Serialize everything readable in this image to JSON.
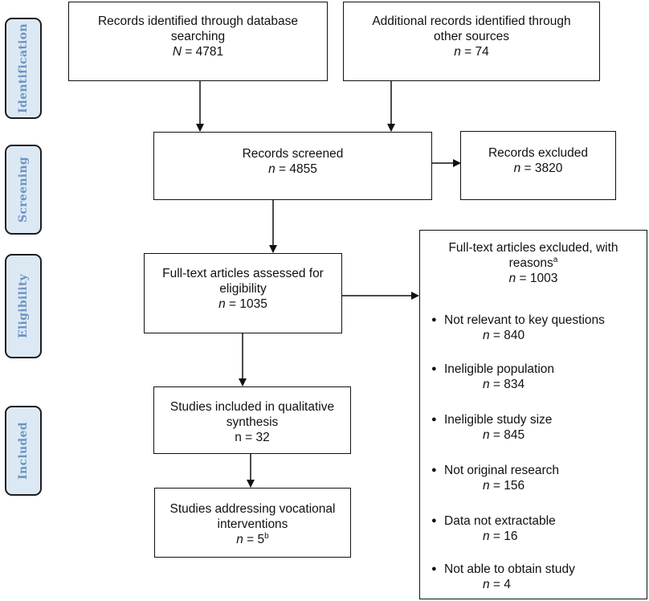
{
  "stages": [
    "Identification",
    "Screening",
    "Eligibility",
    "Included"
  ],
  "boxes": {
    "db": {
      "line1": "Records identified through database",
      "line2": "searching",
      "n_label": "N",
      "n_value": " = 4781"
    },
    "other": {
      "line1": "Additional records identified through",
      "line2": "other sources",
      "n_label": "n",
      "n_value": " = 74"
    },
    "screened": {
      "line1": "Records screened",
      "n_label": "n",
      "n_value": " = 4855"
    },
    "excluded": {
      "line1": "Records excluded",
      "n_label": "n",
      "n_value": " = 3820"
    },
    "fulltext": {
      "line1": "Full-text articles assessed for",
      "line2": "eligibility",
      "n_label": "n",
      "n_value": " = 1035"
    },
    "qualitative": {
      "line1": "Studies included in qualitative",
      "line2": "synthesis",
      "n_text": "n = 32"
    },
    "vocational": {
      "line1": "Studies addressing vocational",
      "line2": "interventions",
      "n_label": "n",
      "n_value": " = 5",
      "sup": "b"
    }
  },
  "fulltext_excluded": {
    "line1": "Full-text articles excluded, with",
    "line2": "reasons",
    "sup": "a",
    "n_label": "n",
    "n_value": " = 1003",
    "reasons": [
      {
        "label": "Not relevant to key questions",
        "n_label": "n",
        "n_value": " = 840"
      },
      {
        "label": "Ineligible population",
        "n_label": "n",
        "n_value": " = 834"
      },
      {
        "label": "Ineligible study size",
        "n_label": "n",
        "n_value": " = 845"
      },
      {
        "label": "Not original research",
        "n_label": "n",
        "n_value": " = 156"
      },
      {
        "label": "Data not extractable",
        "n_label": "n",
        "n_value": " = 16"
      },
      {
        "label": "Not able to obtain study",
        "n_label": "n",
        "n_value": " = 4"
      }
    ]
  }
}
